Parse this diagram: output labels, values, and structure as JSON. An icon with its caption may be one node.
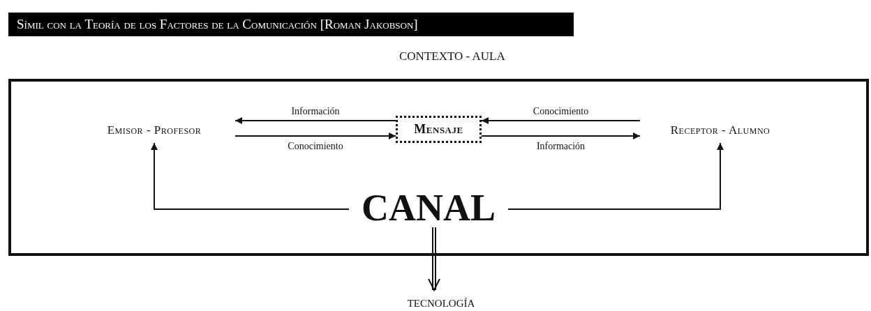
{
  "diagram": {
    "title": "Símil con la Teoría de los Factores de la Comunicación [Roman Jakobson]",
    "nodes": [
      {
        "text": [
          "CONTEXTO - AULA"
        ]
      },
      {
        "text": [
          "Emisor - Profesor"
        ],
        "in": 0
      },
      {
        "text": [
          "Mensaje"
        ],
        "in": 0
      },
      {
        "text": [
          "Receptor - Alumno"
        ],
        "in": 0
      },
      {
        "text": [
          "CANAL"
        ],
        "in": 0
      },
      {
        "text": [
          "TECNOLOGÍA"
        ]
      }
    ],
    "edges": [
      {
        "from": 2,
        "to": 1,
        "arrow": "to",
        "label": "Información"
      },
      {
        "from": 1,
        "to": 2,
        "arrow": "to",
        "label": "Conocimiento"
      },
      {
        "from": 3,
        "to": 2,
        "arrow": "to",
        "label": "Conocimiento"
      },
      {
        "from": 2,
        "to": 3,
        "arrow": "to",
        "label": "Información"
      },
      {
        "from": 4,
        "to": 1,
        "arrow": "to"
      },
      {
        "from": 4,
        "to": 3,
        "arrow": "to"
      },
      {
        "from": 4,
        "to": 5,
        "arrow": "to"
      }
    ]
  }
}
